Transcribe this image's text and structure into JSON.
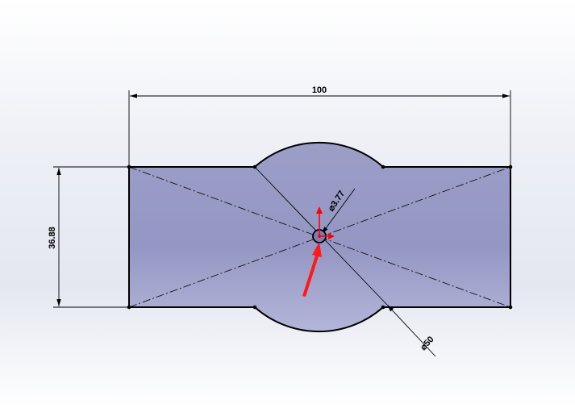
{
  "drawing": {
    "dimensions": {
      "width": "100",
      "height": "36.88",
      "hole_diameter": "⌀3.77",
      "arc_diameter": "⌀50"
    },
    "colors": {
      "face_fill": "#9a9dc6",
      "face_fill_light": "#b4b6d8",
      "outline": "#000000",
      "centerline": "#000000",
      "origin_arrow": "#ff0000",
      "origin_marker": "#6c6fa8"
    },
    "icons": {
      "origin": "origin-triad-icon",
      "pointer": "red-arrow-cursor-icon"
    }
  }
}
